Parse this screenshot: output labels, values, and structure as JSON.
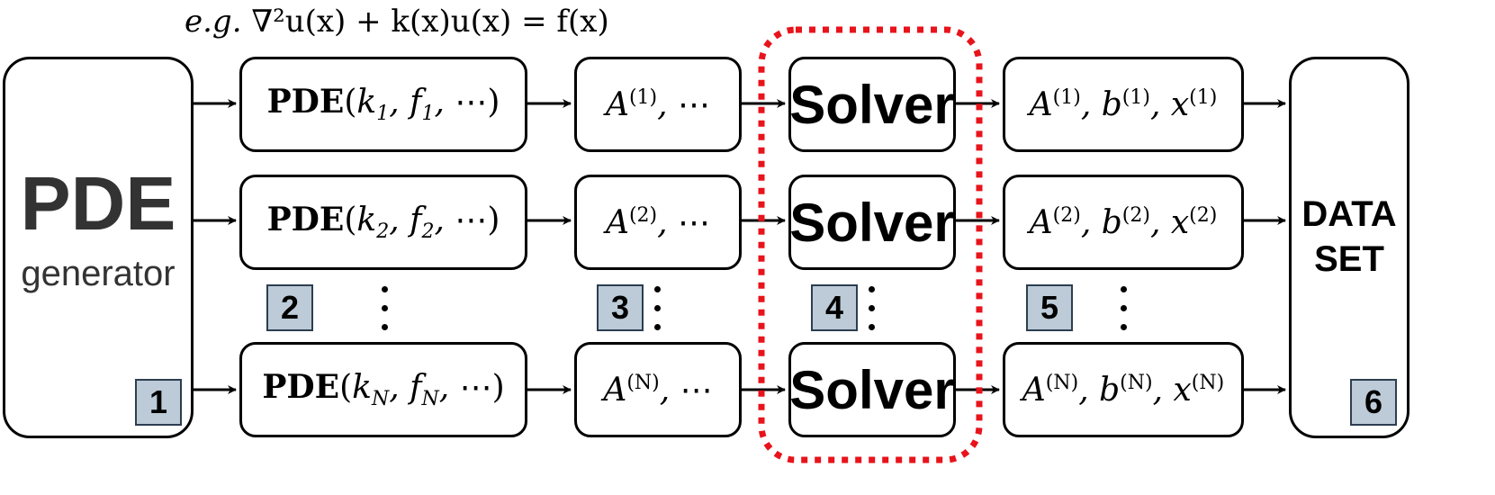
{
  "equation": {
    "prefix": "e.g.",
    "text": "∇²u(x) + k(x)u(x) = f(x)"
  },
  "generator": {
    "title": "PDE",
    "subtitle": "generator"
  },
  "dataset": {
    "line1": "DATA",
    "line2": "SET"
  },
  "pde_rows": [
    {
      "op": "PDE",
      "k": "1",
      "f": "1"
    },
    {
      "op": "PDE",
      "k": "2",
      "f": "2"
    },
    {
      "op": "PDE",
      "k": "N",
      "f": "N"
    }
  ],
  "matrix_rows": [
    {
      "sup": "(1)"
    },
    {
      "sup": "(2)"
    },
    {
      "sup": "(N)"
    }
  ],
  "solver_label": "Solver",
  "output_rows": [
    {
      "sup": "(1)"
    },
    {
      "sup": "(2)"
    },
    {
      "sup": "(N)"
    }
  ],
  "badges": [
    "1",
    "2",
    "3",
    "4",
    "5",
    "6"
  ],
  "colors": {
    "badge_fill": "#bccbd7",
    "badge_border": "#2c3e50",
    "highlight": "#e8131b",
    "generator_text": "#333333"
  }
}
